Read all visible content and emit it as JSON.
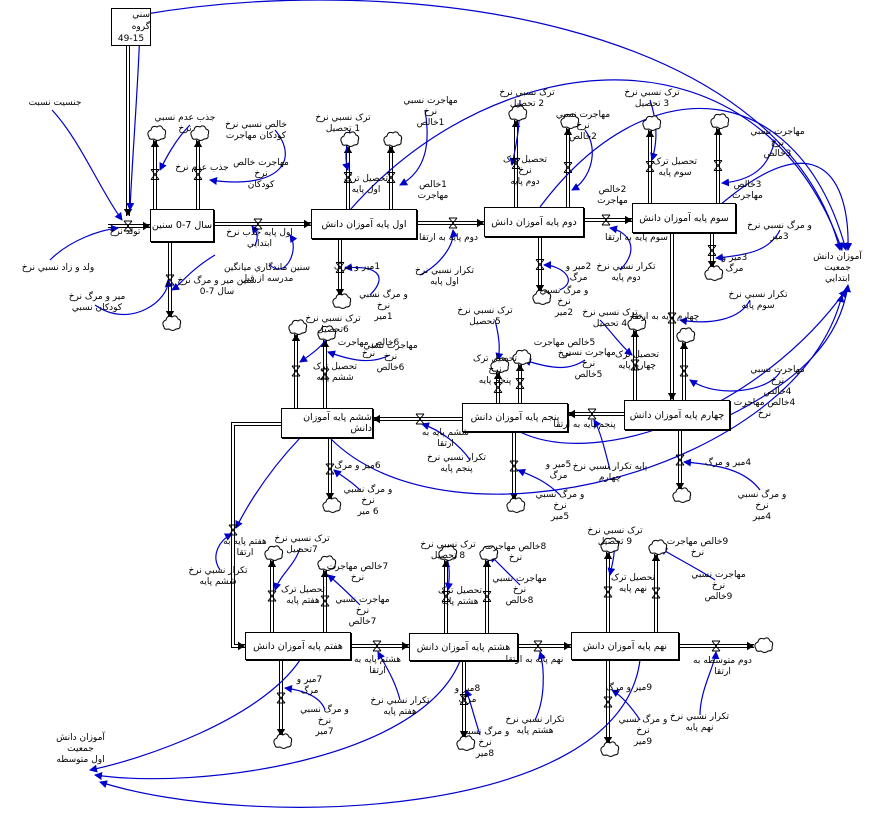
{
  "age_group": {
    "line1": "سني گروه",
    "line2": "49-15"
  },
  "stocks": [
    {
      "id": "s0",
      "label": "سال 7-0 سنين"
    },
    {
      "id": "s1",
      "label": "اول پايه آموزان دانش"
    },
    {
      "id": "s2",
      "label": "دوم پايه آموزان دانش"
    },
    {
      "id": "s3",
      "label": "سوم پايه آموزان دانش"
    },
    {
      "id": "s4",
      "label": "چهارم پايه آموزان دانش"
    },
    {
      "id": "s5",
      "label": "پنجم پايه آموزان دانش"
    },
    {
      "id": "s6",
      "label": "ششم پايه آموزان دانش"
    },
    {
      "id": "s7",
      "label": "هفتم پايه آموزان دانش"
    },
    {
      "id": "s8",
      "label": "هشتم پايه آموزان دانش"
    },
    {
      "id": "s9",
      "label": "نهم پايه آموزان دانش"
    }
  ],
  "labels": {
    "sex_ratio": "جنسيت نسبت",
    "birth_rate": "ولد و زاد نسبي نرخ",
    "birth": "تولد نرخ",
    "child_mortality": "مير و مرگ نرخ\nكودكان نسبي",
    "absorb_rate": "جذب عدم نسبي نرخ",
    "absorb": "جذب عدم نرخ",
    "net_child_mig_rate": "خالص نسبي نرخ\nكودكان مهاجرت",
    "net_child_mig": "مهاجرت خالص نرخ\nكودكان",
    "mort07": "سنين مير و مرگ نرخ\nسال 7-0",
    "primary_absorb": "اول پايه جذب نرخ\nابتدايي",
    "before_school": "سنين ماندگاري ميانگين\nمدرسه از قبل",
    "dropout1_rate": "ترک نسبي نرخ\n1 تحصيل",
    "dropout1": "تحصيل ترک\nاول پايه",
    "netmig1_rate": "مهاجرت نسبي نرخ\n1خالص",
    "netmig1": "1خالص مهاجرت",
    "promo1": "دوم پايه به ارتقا",
    "repeat1": "تكرار نسبي نرخ\nاول پايه",
    "mort1": "1مير و مرگ",
    "mort1_rate": "و مرگ نسبي نرخ\n1مير",
    "dropout2_rate": "ترک نسبي نرخ\n2 تحصيل",
    "dropout2": "تحصيل ترک نرخ\nدوم پايه",
    "netmig2_rate": "مهاجرت نسبي نرخ\n2خالص",
    "netmig2": "2خالص مهاجرت",
    "promo2": "سوم پايه به ارتقا",
    "mort2": "2مير و مرگ",
    "mort2_rate": "و مرگ نسبي نرخ\n2مير",
    "repeat2": "تكرار نسبي نرخ\nدوم پايه",
    "dropout3_rate": "ترک نسبي نرخ\n3 تحصيل",
    "dropout3": "تحصيل ترک\nسوم پايه",
    "netmig3_rate": "مهاجرت نسبي نرخ\n3خالص",
    "netmig3": "3خالص مهاجرت",
    "mort3_rate": "و مرگ نسبي نرخ\n3مير",
    "mort3": "3مير و مرگ",
    "promo3": "چهارم پايه به ارتقا",
    "repeat3": "تكرار نسبي نرخ\nسوم پايه",
    "primary_pop": "آموزان دانش جمعيت\nابتدايي",
    "dropout4_rate": "ترک نسبي نرخ\n4 تحصيل",
    "dropout4": "تحصيل ترک\nچهارم پايه",
    "netmig4_rate": "مهاجرت نسبي نرخ\n4خالص",
    "netmig4": "4خالص مهاجرت نرخ",
    "mort4": "4مير و مرگ",
    "mort4_rate": "و مرگ نسبي نرخ\n4مير",
    "promo4": "پنجم پايه به ارتقا",
    "repeat4": "پايه تكرار نسبي نرخ\nچهارم",
    "dropout5_rate": "ترک نسبي نرخ\n5تحصيل",
    "dropout5": "تحصيل ترک نرخ\nپنجم پايه",
    "netmig5_rate": "مهاجرت نسبي نرخ\n5خالص",
    "netmig5": "5خالص مهاجرت نرخ",
    "promo5": "ششم پايه به ارتقا",
    "repeat5": "تكرار نسبي نرخ\nپنجم پايه",
    "mort5": "5مير و مرگ",
    "mort5_rate": "و مرگ نسبي نرخ\n5مير",
    "dropout6_rate": "ترک نسبي نرخ\n6تحصيل",
    "dropout6": "تحصيل ترک\nششم پايه",
    "netmig6_rate": "مهاجرت نسبي نرخ\n6خالص",
    "netmig6": "6خالص مهاجرت نرخ",
    "mort6": "6مير و مرگ",
    "mort6_rate": "و مرگ نسبي نرخ\n6 مير",
    "promo6": "هفتم پايه به ارتقا",
    "repeat6": "تكرار نسبي نرخ\nششم پايه",
    "dropout7_rate": "ترک نسبي نرخ\n7تحصيل",
    "dropout7": "تحصيل ترک\nهفتم پايه",
    "netmig7_rate": "مهاجرت نسبي نرخ\n7خالص",
    "netmig7": "7خالص مهاجرت نرخ",
    "promo7": "هشتم پايه به ارتقا",
    "mort7": "7مير و مرگ",
    "mort7_rate": "و مرگ نسبي نرخ\n7مير",
    "repeat7": "تكرار نسبي نرخ\nهفتم پايه",
    "dropout8_rate": "ترک نسبي نرخ\n8 تحصيل",
    "dropout8": "تحصيل ترک\nهشتم پايه",
    "netmig8_rate": "مهاجرت نسبي نرخ\n8خالص",
    "netmig8": "8خالص مهاجرت نرخ",
    "promo8": "نهم پايه به ارتقا",
    "mort8": "8مير و مرگ",
    "mort8_rate": "و مرگ نسبي نرخ\n8مير",
    "repeat8": "تكرار نسبي نرخ\nهشتم پايه",
    "dropout9_rate": "ترک نسبي نرخ\n9 تحصيل",
    "dropout9": "تحصيل ترک\nنهم پايه",
    "netmig9_rate": "مهاجرت نسبي نرخ\n9خالص",
    "netmig9": "9خالص مهاجرت نرخ",
    "promo9": "دوم متوسطه به ارتقا",
    "mort9": "9مير و مرگ",
    "mort9_rate": "و مرگ نسبي نرخ\n9مير",
    "repeat9": "تكرار نسبي نرخ\nنهم پايه",
    "middle_pop": "آموزان دانش جمعيت\nاول متوسطه"
  }
}
